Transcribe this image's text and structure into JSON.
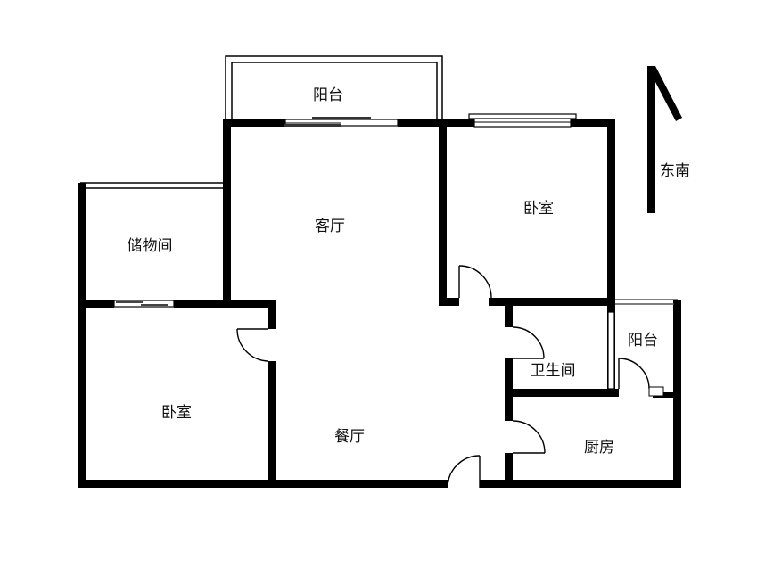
{
  "rooms": {
    "balcony_north": "阳台",
    "living_room": "客厅",
    "bedroom_north": "卧室",
    "storage": "储物间",
    "bedroom_south": "卧室",
    "dining_room": "餐厅",
    "bathroom": "卫生间",
    "kitchen": "厨房",
    "balcony_east": "阳台"
  },
  "compass": {
    "label": "东南",
    "icon": "north-arrow-icon"
  },
  "colors": {
    "wall": "#000000",
    "background": "#ffffff"
  }
}
